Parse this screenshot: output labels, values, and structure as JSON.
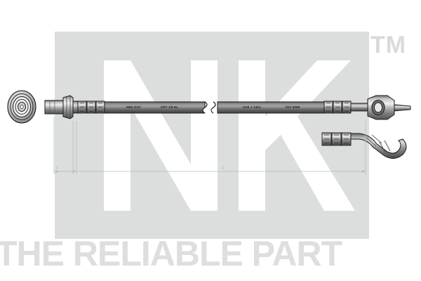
{
  "image": {
    "kind": "product-technical-illustration",
    "subject": "brake hose assembly",
    "background_color": "#ffffff"
  },
  "watermark": {
    "brand": "NK",
    "brand_letters": [
      "N",
      "K"
    ],
    "trademark_symbol": "TM",
    "tagline": "THE RELIABLE PART",
    "logo_color": "#dcdddd",
    "tagline_color": "#dedede"
  },
  "product": {
    "name": "brake-hose",
    "body_color": "#7c7c7c",
    "fitting_color": "#a8a8a8",
    "outline_color": "#1c1c1c",
    "markings": [
      {
        "id": "mark-1",
        "text": "HBS DOT"
      },
      {
        "id": "mark-2",
        "text": "OPT 1/8 HL"
      },
      {
        "id": "mark-3",
        "text": "SAE J 1401"
      },
      {
        "id": "mark-4",
        "text": "TÜV 5089"
      }
    ],
    "components": [
      {
        "id": "cross-section",
        "label": "hose cross section view"
      },
      {
        "id": "left-end-fitting",
        "label": "left male thread fitting"
      },
      {
        "id": "left-hex-nut",
        "label": "left hex nut and washer"
      },
      {
        "id": "left-crimp-ferrule",
        "label": "left crimped ferrule"
      },
      {
        "id": "hose-body",
        "label": "flexible hose body"
      },
      {
        "id": "break-symbol",
        "label": "hose length break symbol"
      },
      {
        "id": "right-crimp-ferrule",
        "label": "right crimped ferrule"
      },
      {
        "id": "banjo-eye-fitting",
        "label": "banjo eye bolt fitting"
      },
      {
        "id": "lower-crimp-ferrule",
        "label": "lower crimped ferrule"
      },
      {
        "id": "lower-elbow-fitting",
        "label": "lower curved elbow fitting"
      }
    ]
  },
  "dimensions": {
    "line_color": "#a9c4c1",
    "entries": [
      {
        "id": "dim-short",
        "label": "L",
        "span": "left fitting"
      },
      {
        "id": "dim-total",
        "label": "L",
        "span": "overall length"
      }
    ]
  }
}
